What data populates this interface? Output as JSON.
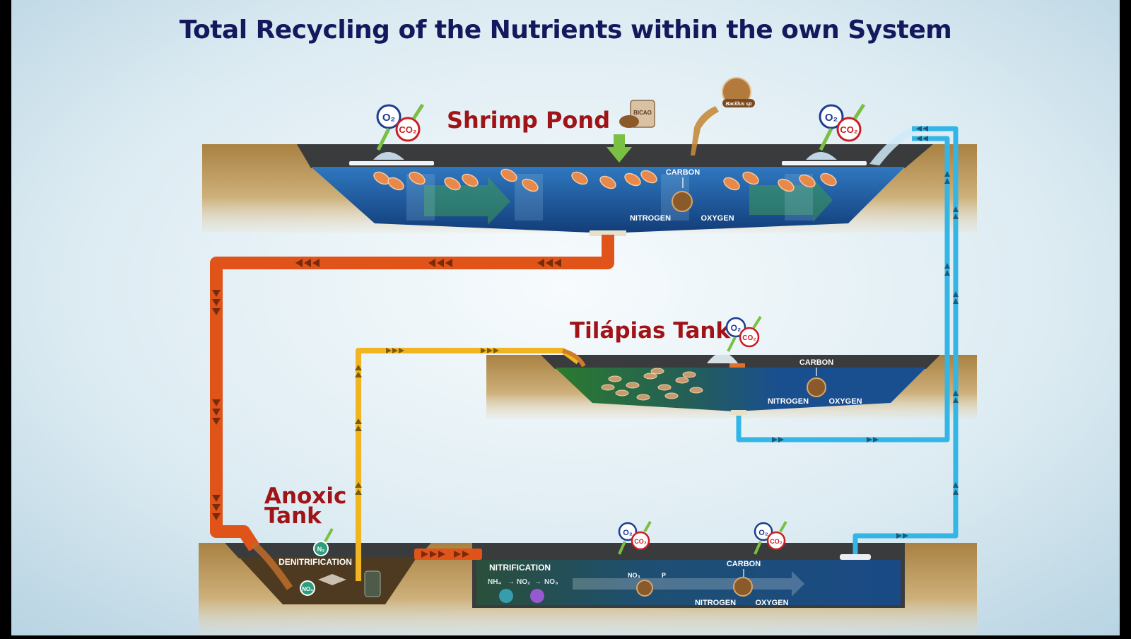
{
  "title": "Total Recycling of the Nutrients within the own System",
  "shrimp_pond": {
    "label": "Shrimp Pond",
    "carbon": "CARBON",
    "nitrogen": "NITROGEN",
    "oxygen": "OXYGEN",
    "feed_label": "BICAO",
    "additive_label": "Bacillus sp"
  },
  "tilapia_tank": {
    "label": "Tilápias Tank",
    "carbon": "CARBON",
    "nitrogen": "NITROGEN",
    "oxygen": "OXYGEN"
  },
  "anoxic_tank": {
    "label_line1": "Anoxic",
    "label_line2": "Tank",
    "process": "DENITRIFICATION",
    "n2": "N₂",
    "no3": "NO₃"
  },
  "nitrification_tank": {
    "process": "NITRIFICATION",
    "nh4": "NH₄",
    "no2": "NO₂",
    "no3": "NO₃",
    "no3_small": "NO₃",
    "p": "P",
    "carbon": "CARBON",
    "nitrogen": "NITROGEN",
    "oxygen": "OXYGEN"
  },
  "gases": {
    "o2": "O₂",
    "co2": "CO₂"
  },
  "colors": {
    "waste_pipe": "#e0541a",
    "recycle_pipe": "#f0b520",
    "clean_pipe": "#33b6e6",
    "water": "#1c5ea3",
    "soil": "#b8924e",
    "title": "#14185c",
    "label": "#a01418"
  }
}
